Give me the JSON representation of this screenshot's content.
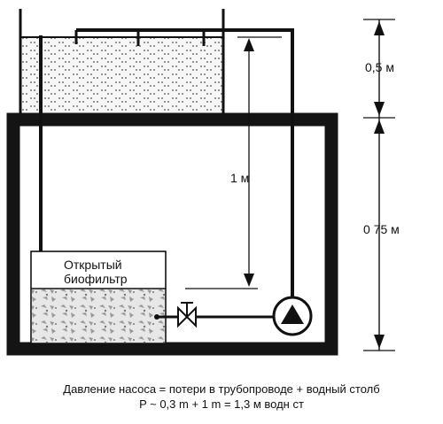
{
  "labels": {
    "biofilter": [
      "Открытый",
      "биофильтр"
    ],
    "dim_0_5": "0,5 м",
    "dim_1": "1 м",
    "dim_0_75": "0 75 м"
  },
  "caption": {
    "line1": "Давление насоса = потери в трубопроводе + водный столб",
    "line2": "P ~ 0,3 m + 1 m = 1,3 м водн  ст"
  },
  "colors": {
    "ink": "#111111",
    "fill_dark": "#141414",
    "water_tint": "#f4f4f4",
    "gravel": "#e4e4e4"
  }
}
